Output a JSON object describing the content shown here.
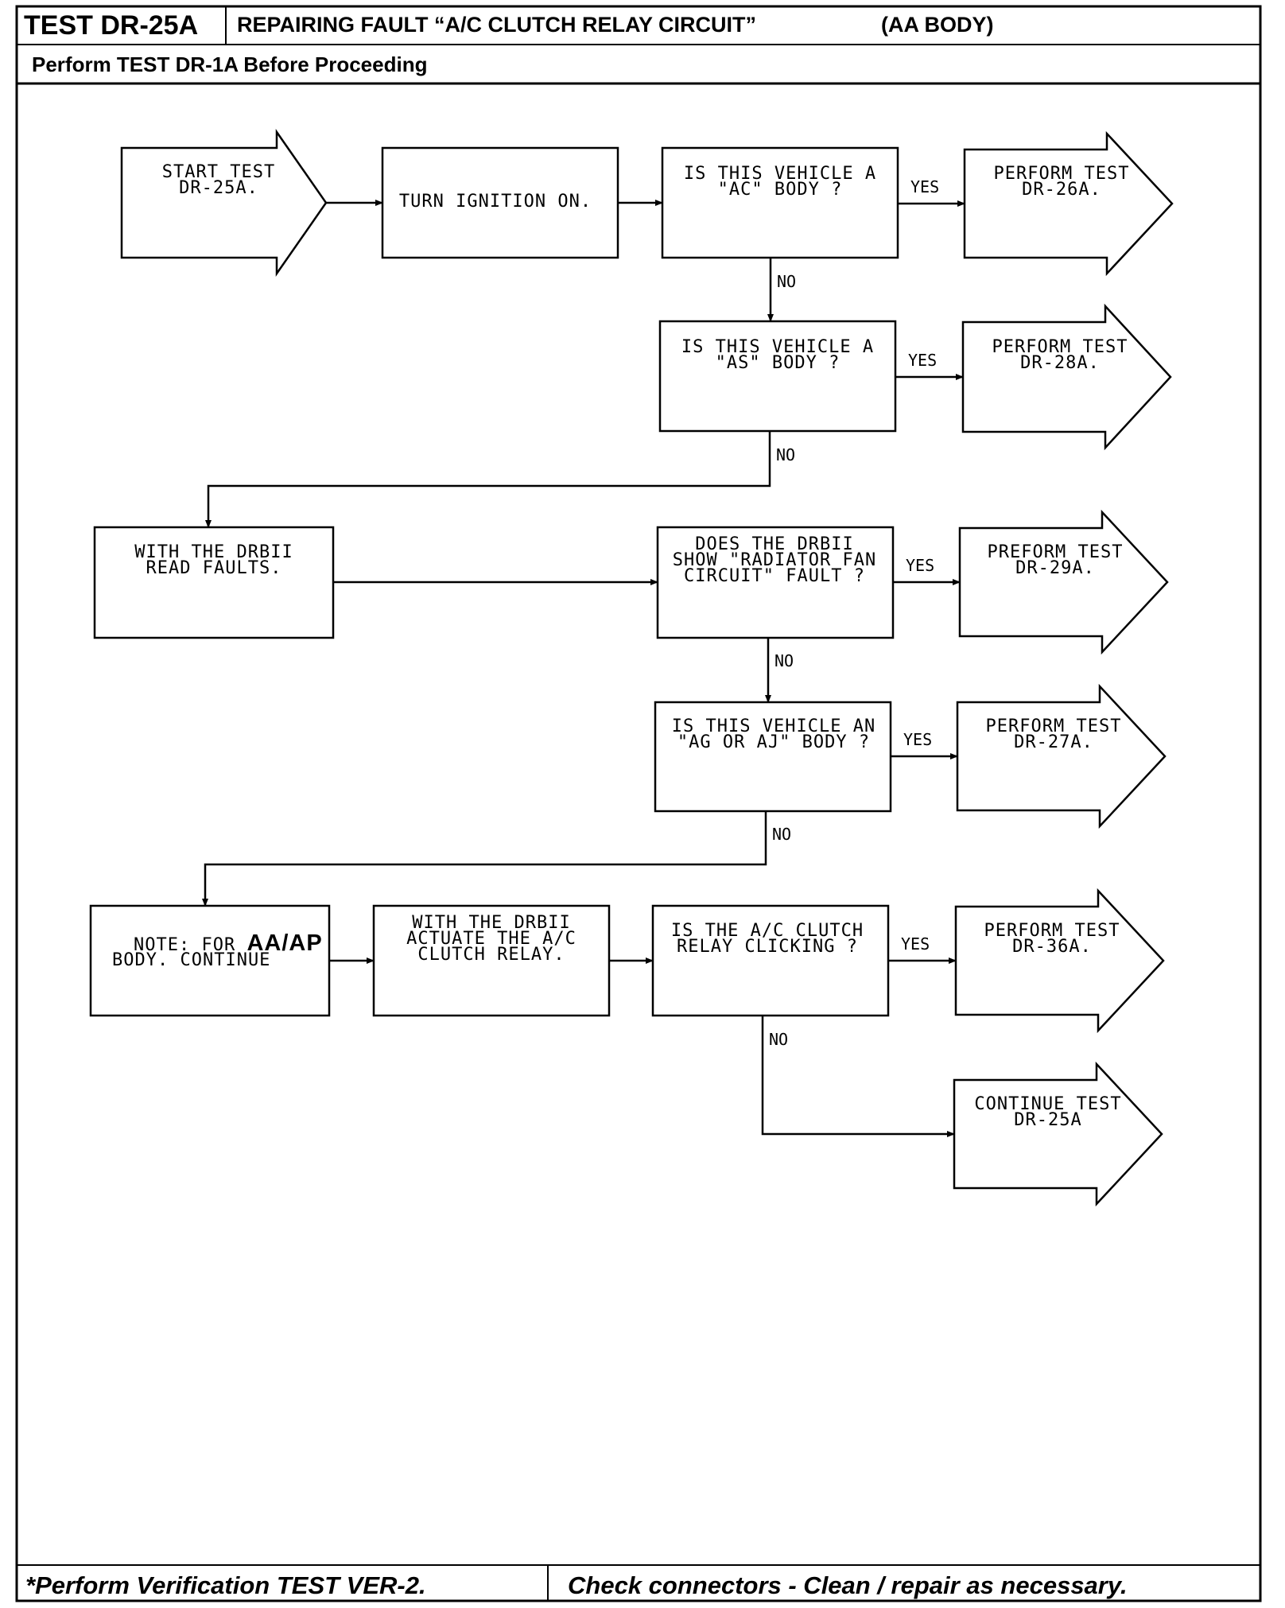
{
  "header": {
    "test_id": "TEST DR-25A",
    "title": "REPAIRING FAULT “A/C CLUTCH RELAY CIRCUIT”",
    "body": "(AA BODY)",
    "subtitle": "Perform TEST DR-1A Before Proceeding"
  },
  "flow": {
    "start": [
      "START TEST",
      "DR-25A."
    ],
    "ignition": [
      "TURN IGNITION ON."
    ],
    "q_ac": [
      "IS THIS VEHICLE A",
      "\"AC\" BODY ?"
    ],
    "perf_26": [
      "PERFORM TEST",
      "DR-26A."
    ],
    "q_as": [
      "IS THIS VEHICLE A",
      "\"AS\" BODY ?"
    ],
    "perf_28": [
      "PERFORM TEST",
      "DR-28A."
    ],
    "read_faults": [
      "WITH THE DRBII",
      "READ FAULTS."
    ],
    "q_fan": [
      "DOES THE DRBII",
      "SHOW \"RADIATOR FAN",
      "CIRCUIT\" FAULT ?"
    ],
    "perf_29": [
      "PREFORM TEST",
      "DR-29A."
    ],
    "q_ag": [
      "IS THIS VEHICLE AN",
      "\"AG OR AJ\" BODY ?"
    ],
    "perf_27": [
      "PERFORM TEST",
      "DR-27A."
    ],
    "note": {
      "prefix": "NOTE: FOR ",
      "emph": "AA/AP",
      "line2": "BODY. CONTINUE"
    },
    "actuate": [
      "WITH THE DRBII",
      "ACTUATE THE A/C",
      "CLUTCH RELAY."
    ],
    "q_clutch": [
      "IS THE A/C CLUTCH",
      "RELAY CLICKING ?"
    ],
    "perf_36": [
      "PERFORM TEST",
      "DR-36A."
    ],
    "continue": [
      "CONTINUE TEST",
      "DR-25A"
    ]
  },
  "labels": {
    "yes": "YES",
    "no": "NO"
  },
  "footer": {
    "left": "*Perform Verification TEST VER-2.",
    "right": "Check connectors - Clean / repair as necessary."
  }
}
